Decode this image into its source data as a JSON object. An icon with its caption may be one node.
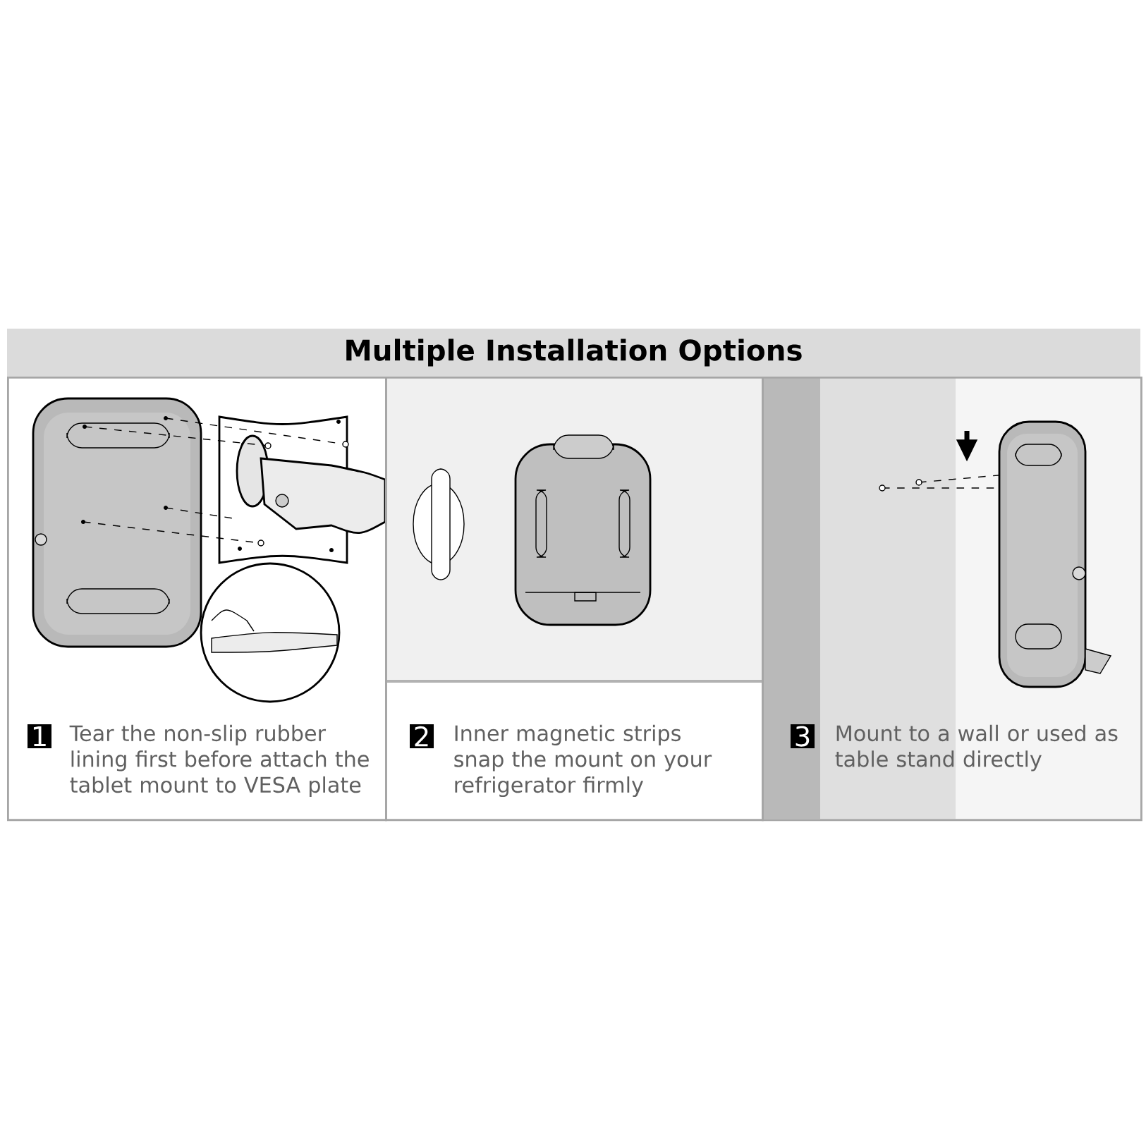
{
  "diagram": {
    "title": "Multiple Installation Options",
    "nodes": [
      {
        "text": [
          "1",
          "Tear the non-slip rubber lining first before attach the tablet mount to VESA plate"
        ]
      },
      {
        "text": [
          "2",
          "Inner magnetic strips snap the mount on your refrigerator firmly"
        ]
      },
      {
        "text": [
          "3",
          "Mount to a wall or used as table stand directly"
        ]
      }
    ]
  }
}
